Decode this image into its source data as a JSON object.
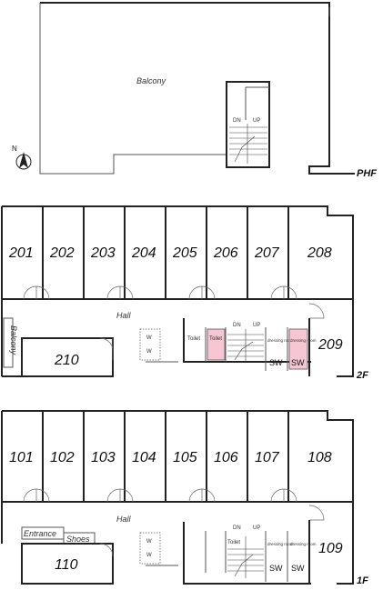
{
  "colors": {
    "wall": "#222222",
    "highlight": "#f6c6d3",
    "background": "#ffffff"
  },
  "phf": {
    "balcony": "Balcony",
    "dn": "DN",
    "up": "UP",
    "floor": "PHF",
    "north": "N"
  },
  "floor2": {
    "rooms_top": [
      "201",
      "202",
      "203",
      "204",
      "205",
      "206",
      "207",
      "208"
    ],
    "hall": "Hall",
    "balcony": "Balcony",
    "room_210": "210",
    "room_209": "209",
    "toilet": "Toilet",
    "toilet_pink": "Toilet",
    "w_marks": [
      "W",
      "W"
    ],
    "dn": "DN",
    "up": "UP",
    "dressing1": "dressing room",
    "dressing2": "dressing room",
    "sw1": "SW",
    "sw2": "SW",
    "floor": "2F"
  },
  "floor1": {
    "rooms_top": [
      "101",
      "102",
      "103",
      "104",
      "105",
      "106",
      "107",
      "108"
    ],
    "hall": "Hall",
    "entrance": "Entrance",
    "shoes": "Shoes",
    "room_110": "110",
    "room_109": "109",
    "w_marks": [
      "W",
      "W"
    ],
    "toilet": "Toilet",
    "dn": "DN",
    "up": "UP",
    "dressing1": "dressing room",
    "dressing2": "dressing room",
    "sw1": "SW",
    "sw2": "SW",
    "floor": "1F"
  }
}
